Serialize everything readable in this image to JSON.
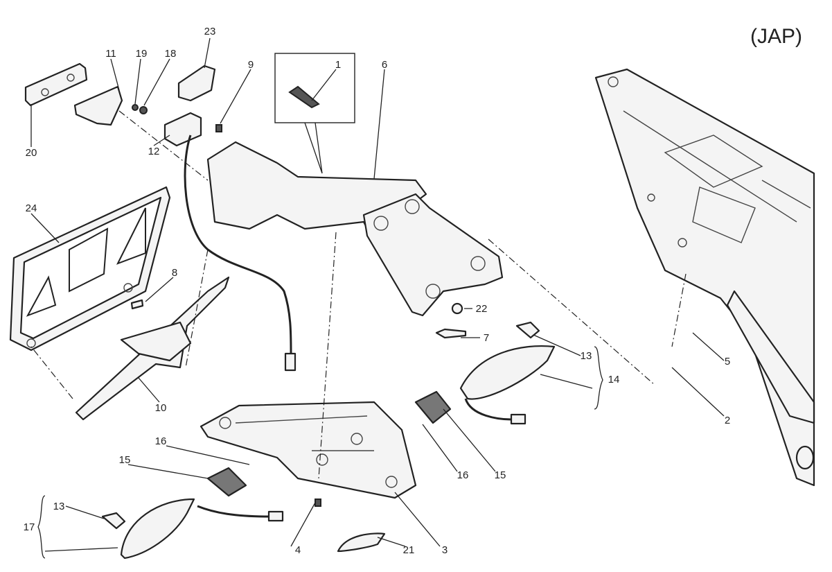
{
  "diagram": {
    "region_code": "(JAP)",
    "callouts": [
      "23",
      "11",
      "19",
      "18",
      "9",
      "1",
      "6",
      "20",
      "12",
      "24",
      "8",
      "22",
      "7",
      "13",
      "14",
      "5",
      "2",
      "10",
      "16",
      "15",
      "16",
      "15",
      "13",
      "17",
      "4",
      "21",
      "3"
    ]
  }
}
